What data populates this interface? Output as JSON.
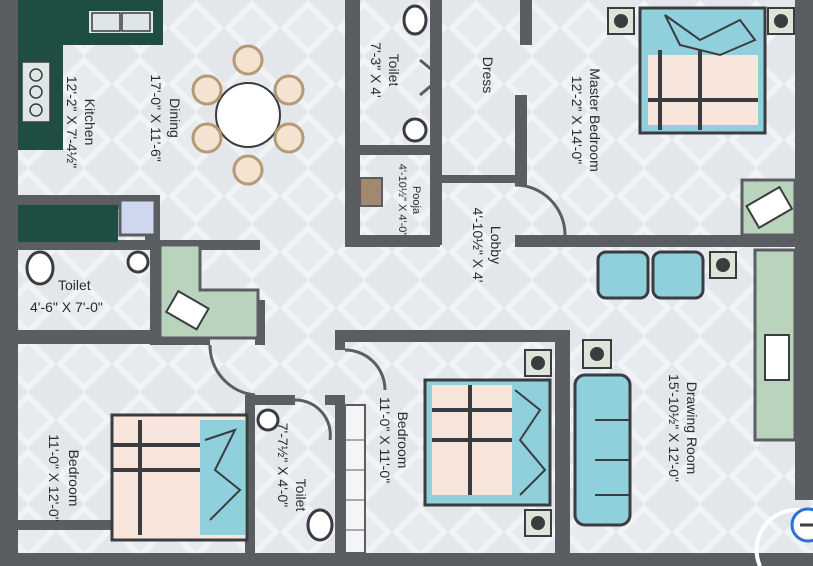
{
  "rooms": {
    "kitchen": {
      "name": "Kitchen",
      "size": "12'-2\" X 7'-4½\""
    },
    "dining": {
      "name": "Dining",
      "size": "17'-0\" X 11'-6\""
    },
    "toilet_top": {
      "name": "Toilet",
      "size": "7'-3\" X 4'"
    },
    "dress": {
      "name": "Dress"
    },
    "master_bedroom": {
      "name": "Master Bedroom",
      "size": "12'-2\" X 14'-0\""
    },
    "pooja": {
      "name": "Pooja",
      "size": "4'-10½\" X 4'-0\""
    },
    "lobby": {
      "name": "Lobby",
      "size": "4'-10½\" X 4'"
    },
    "toilet_left": {
      "name": "Toilet",
      "size": "4'-6\" X 7'-0\""
    },
    "drawing_room": {
      "name": "Drawing Room",
      "size": "15'-10½\" X 12'-0\""
    },
    "bedroom_center": {
      "name": "Bedroom",
      "size": "11'-0\" X 11'-0\""
    },
    "toilet_bottom": {
      "name": "Toilet",
      "size": "7'-7½\" X 4'-0\""
    },
    "bedroom_left": {
      "name": "Bedroom",
      "size": "11'-0\" X 12'-0\""
    }
  },
  "colors": {
    "wall": "#5a5d62",
    "floor": "#e3e6ea",
    "bed_sheet": "#8fd0dc",
    "bed_blanket": "#f8e5dc",
    "counter": "#b9d3bd",
    "kitchen": "#1e4d44"
  }
}
